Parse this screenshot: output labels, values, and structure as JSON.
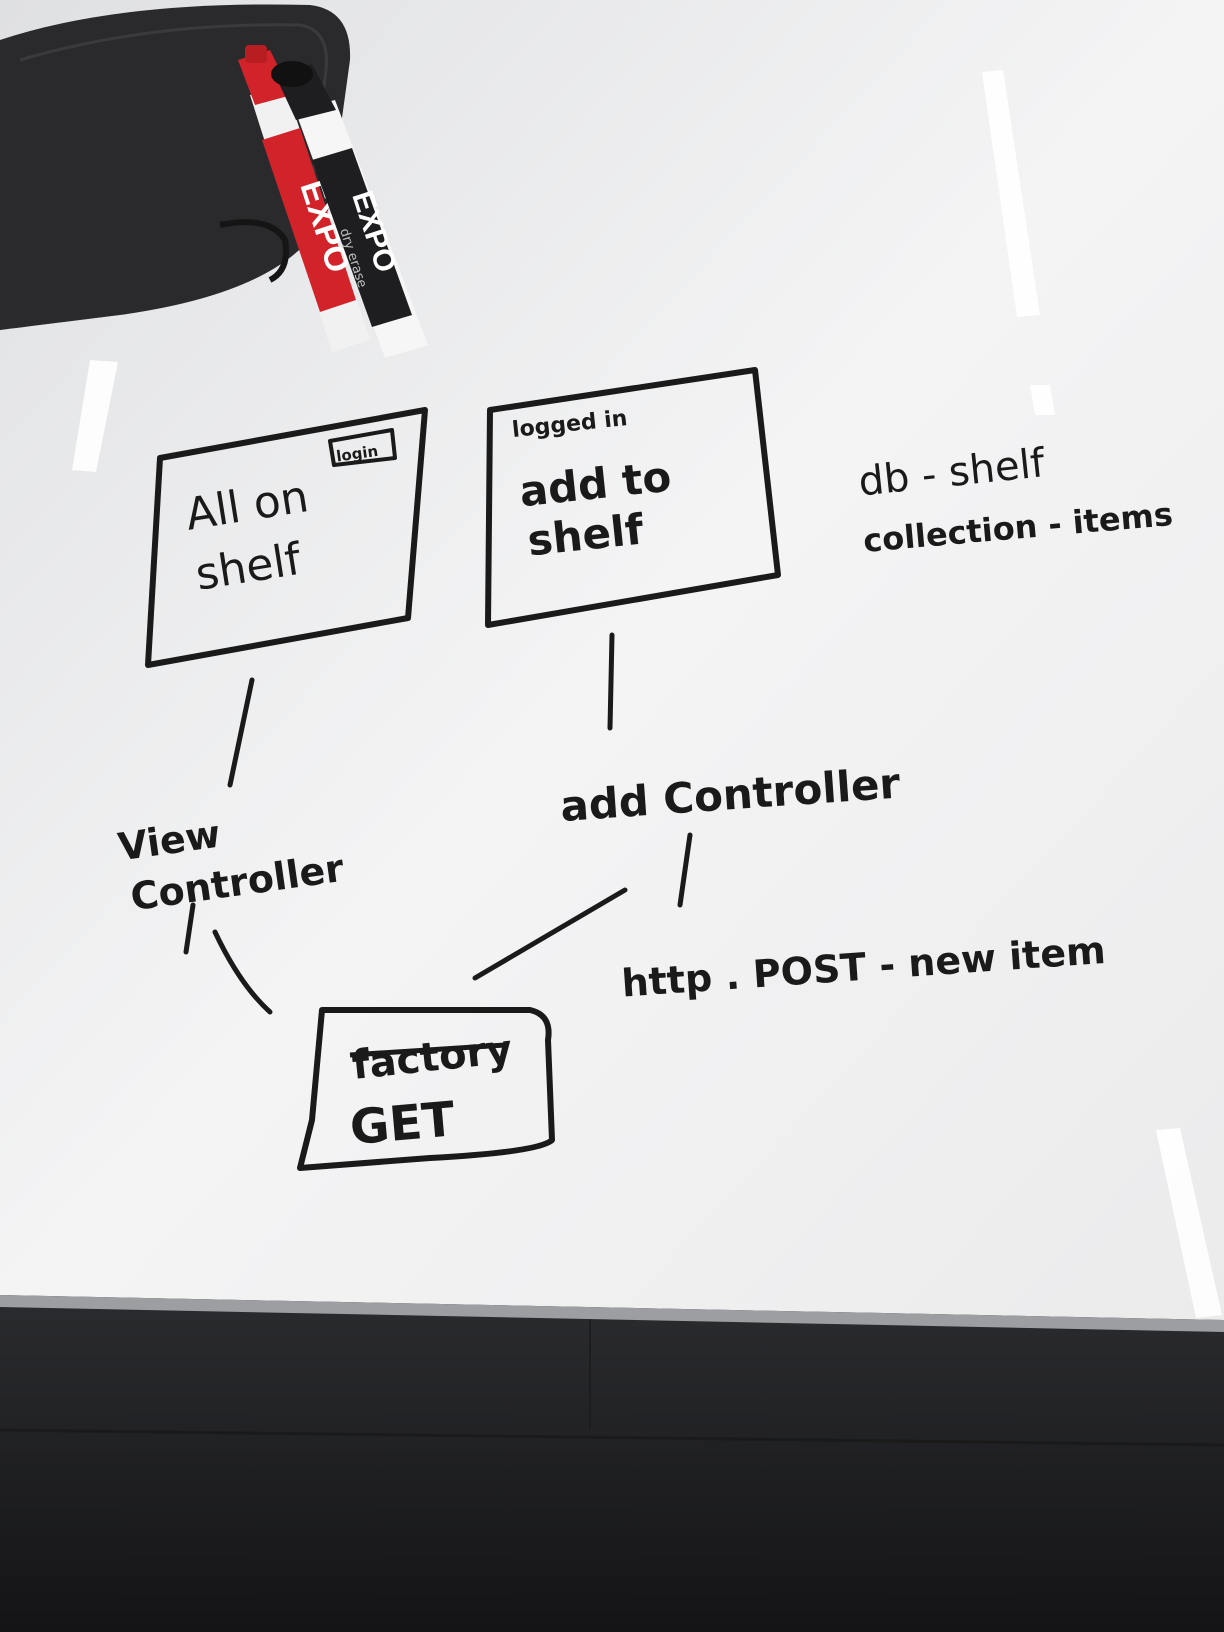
{
  "colors": {
    "board": "#ededee",
    "ink": "#1a1a1a",
    "table": "#26272a",
    "case": "#2a2a2c",
    "marker_red": "#d3232a",
    "marker_black": "#1e1e20"
  },
  "markers": {
    "red_brand": "EXPO",
    "black_brand": "EXPO",
    "black_subtext": "dry erase"
  },
  "diagram": {
    "box_all_on_shelf": {
      "badge": "login",
      "line1": "All on",
      "line2": "shelf"
    },
    "box_add_to_shelf": {
      "header": "logged in",
      "line1": "add to",
      "line2": "shelf"
    },
    "db_note": {
      "line1": "db - shelf",
      "line2": "collection - items"
    },
    "view_controller": {
      "line1": "View",
      "line2": "Controller"
    },
    "add_controller": "add Controller",
    "http_note": "http . POST - new item",
    "factory_box": {
      "line1": "factory",
      "line2": "GET"
    }
  }
}
